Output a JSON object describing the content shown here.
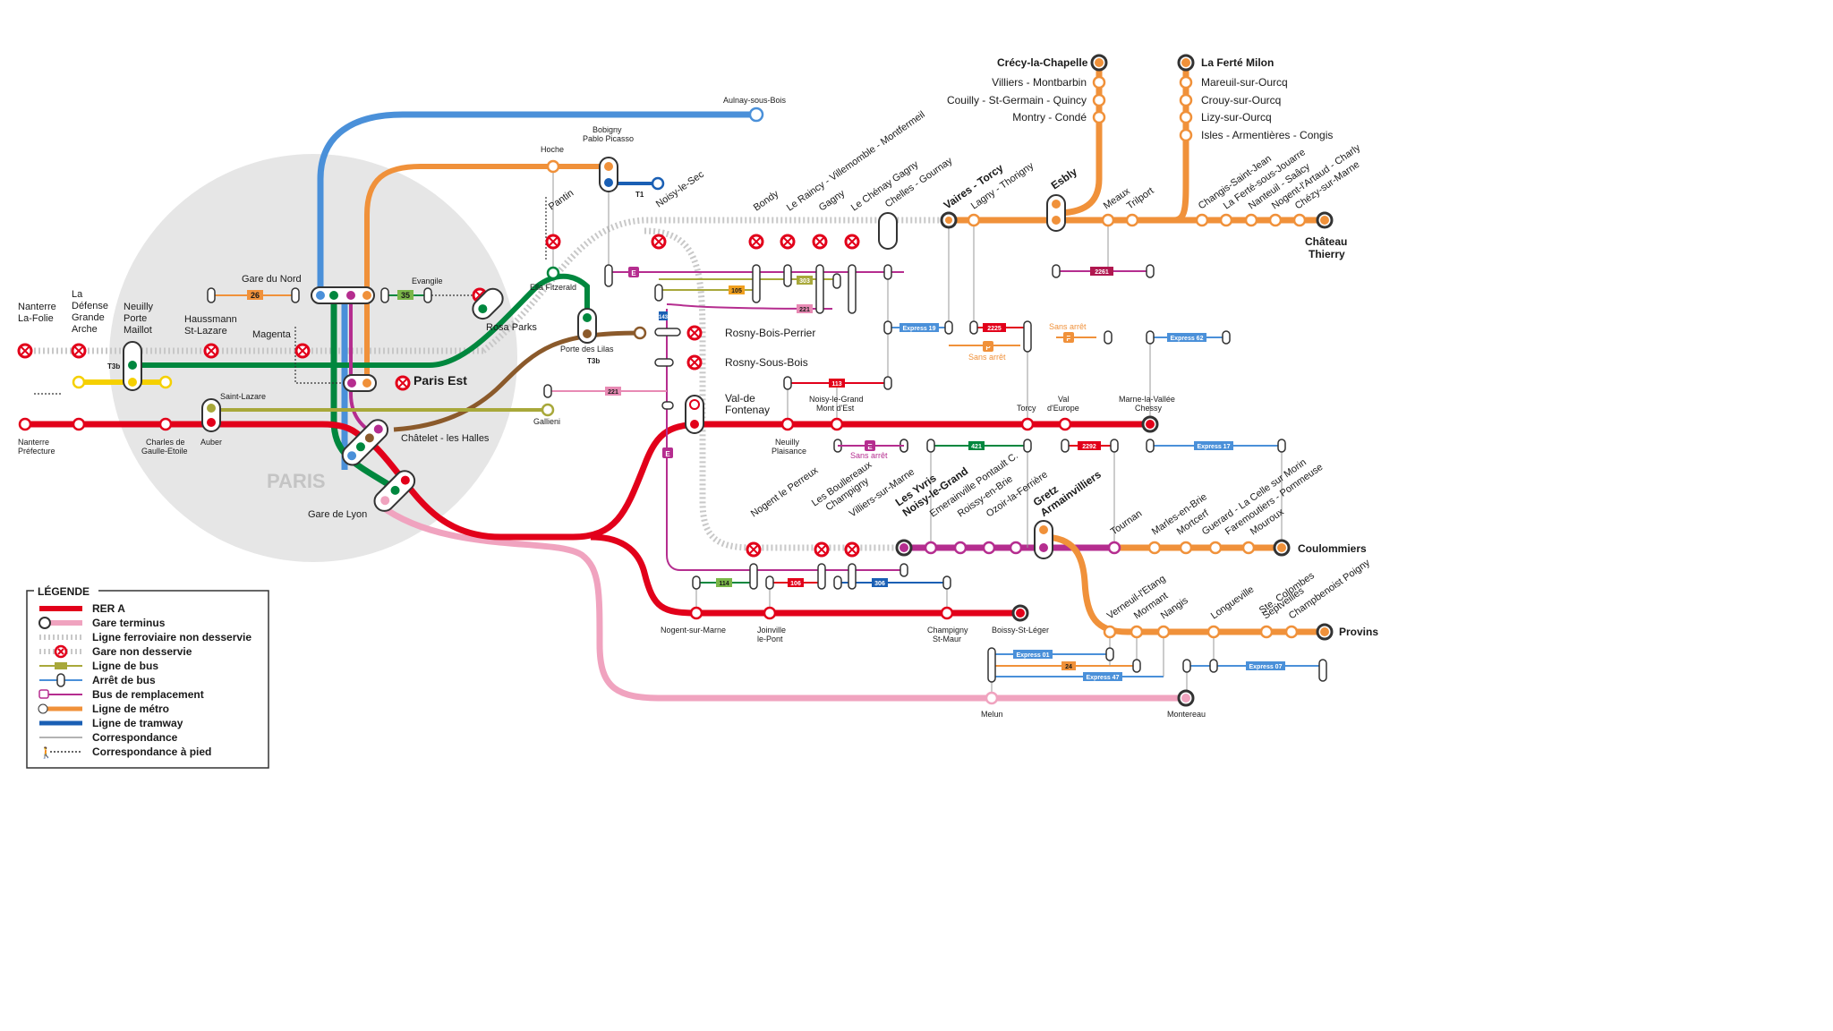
{
  "paris_label": "PARIS",
  "colors": {
    "rer_a": "#e2001a",
    "rer_b": "#4a90d9",
    "rer_d": "#00873e",
    "rer_e": "#b52d8f",
    "metro_orange": "#f0913a",
    "tram_blue": "#1a5fb4",
    "bus_olive": "#a8a83a",
    "bus_replacement": "#b52d8f",
    "transilien_p": "#f0913a",
    "transilien_r": "#e88ab4",
    "brown": "#8b5a2b",
    "yellow": "#f5d000",
    "green": "#00873e",
    "rail_grey": "#c8c8c8",
    "paris_circle": "#e6e6e6"
  },
  "stations": {
    "nanterre_folie": "Nanterre\nLa-Folie",
    "la_defense": "La\nDéfense\nGrande\nArche",
    "neuilly": "Neuilly\nPorte\nMaillot",
    "haussmann": "Haussmann\nSt-Lazare",
    "gare_du_nord": "Gare du Nord",
    "magenta": "Magenta",
    "evangile": "Evangile",
    "rosa_parks": "Rosa Parks",
    "hoche": "Hoche",
    "bobigny": "Bobigny\nPablo Picasso",
    "pantin": "Pantin",
    "noisy_le_sec": "Noisy-le-Sec",
    "aulnay": "Aulnay-sous-Bois",
    "ella": "Ella Fitzerald",
    "porte_lilas": "Porte des Lilas",
    "paris_est": "Paris Est",
    "saint_lazare": "Saint-Lazare",
    "nanterre_pref": "Nanterre\nPréfecture",
    "charles": "Charles de\nGaulle-Etoile",
    "auber": "Auber",
    "chatelet": "Châtelet - les Halles",
    "gallieni": "Gallieni",
    "gare_lyon": "Gare de Lyon",
    "bondy": "Bondy",
    "raincy": "Le Raincy - Villemomble - Montfermeil",
    "gagny": "Gagny",
    "chenay": "Le Chénay Gagny",
    "chelles": "Chelles - Gournay",
    "vaires": "Vaires - Torcy",
    "lagny": "Lagny - Thorigny",
    "esbly": "Esbly",
    "meaux": "Meaux",
    "trilport": "Trilport",
    "changis": "Changis-Saint-Jean",
    "ferte_jouarre": "La Ferté-sous-Jouarre",
    "nanteuil": "Nanteuil - Saâcy",
    "nogent_artaud": "Nogent-l'Artaud - Charly",
    "chezy": "Chézy-sur-Marne",
    "chateau_thierry": "Château\nThierry",
    "crecy": "Crécy-la-Chapelle",
    "villiers_mont": "Villiers - Montbarbin",
    "couilly": "Couilly - St-Germain - Quincy",
    "montry": "Montry - Condé",
    "ferte_milon": "La Ferté Milon",
    "mareuil": "Mareuil-sur-Ourcq",
    "crouy": "Crouy-sur-Ourcq",
    "lizy": "Lizy-sur-Ourcq",
    "isles": "Isles - Armentières - Congis",
    "rosny_perrier": "Rosny-Bois-Perrier",
    "rosny_sous_bois": "Rosny-Sous-Bois",
    "val_fontenay": "Val-de\nFontenay",
    "neuilly_plaisance": "Neuilly\nPlaisance",
    "noisy_grand_mont": "Noisy-le-Grand\nMont d'Est",
    "torcy": "Torcy",
    "val_europe": "Val\nd'Europe",
    "marne_vallee": "Marne-la-Vallée\nChessy",
    "nogent_perreux": "Nogent le Perreux",
    "boulereaux": "Les Boullereaux\nChampigny",
    "villiers_marne": "Villiers-sur-Marne",
    "yvris": "Les Yvris\nNoisy-le-Grand",
    "emerainville": "Emerainville Pontault C.",
    "roissy": "Roissy-en-Brie",
    "ozoir": "Ozoir-la-Ferrière",
    "gretz": "Gretz\nArmainvilliers",
    "tournan": "Tournan",
    "marles": "Marles-en-Brie",
    "mortcerf": "Mortcerf",
    "guerard": "Guerard - La Celle sur Morin",
    "faremoutiers": "Faremoutiers - Pommeuse",
    "mouroux": "Mouroux",
    "coulommiers": "Coulommiers",
    "verneuil": "Verneuil-l'Etang",
    "mormant": "Mormant",
    "nangis": "Nangis",
    "longueville": "Longueville",
    "colombes": "Ste. Colombes",
    "septveilles": "Septveilles",
    "champbenoist": "Champbenoist Poigny",
    "provins": "Provins",
    "nogent_marne": "Nogent-sur-Marne",
    "joinville": "Joinville\nle-Pont",
    "champigny_maur": "Champigny\nSt-Maur",
    "boissy": "Boissy-St-Léger",
    "melun": "Melun",
    "montereau": "Montereau"
  },
  "bus_labels": {
    "b26": "26",
    "b35": "35",
    "b105": "105",
    "b303": "303",
    "b221a": "221",
    "b221b": "221",
    "b113": "113",
    "b2225": "2225",
    "b2261": "2261",
    "b421": "421",
    "b2292": "2292",
    "b114": "114",
    "b106": "106",
    "b306": "306",
    "b24": "24",
    "express19": "Express 19",
    "express62": "Express 62",
    "express17": "Express 17",
    "express01": "Express 01",
    "express47": "Express 47",
    "express07": "Express 07",
    "t1": "T1",
    "t3b": "T3b",
    "t3b2": "T3b",
    "sans_arret1": "Sans arrêt",
    "sans_arret2": "Sans arrêt",
    "sans_arret3": "Sans arrêt",
    "e_badge": "E",
    "p_badge": "P"
  },
  "legend": {
    "title": "LÉGENDE",
    "items": [
      "RER A",
      "Gare terminus",
      "Ligne ferroviaire non desservie",
      "Gare non desservie",
      "Ligne de bus",
      "Arrêt de bus",
      "Bus de remplacement",
      "Ligne de métro",
      "Ligne de tramway",
      "Correspondance",
      "Correspondance à pied"
    ]
  }
}
